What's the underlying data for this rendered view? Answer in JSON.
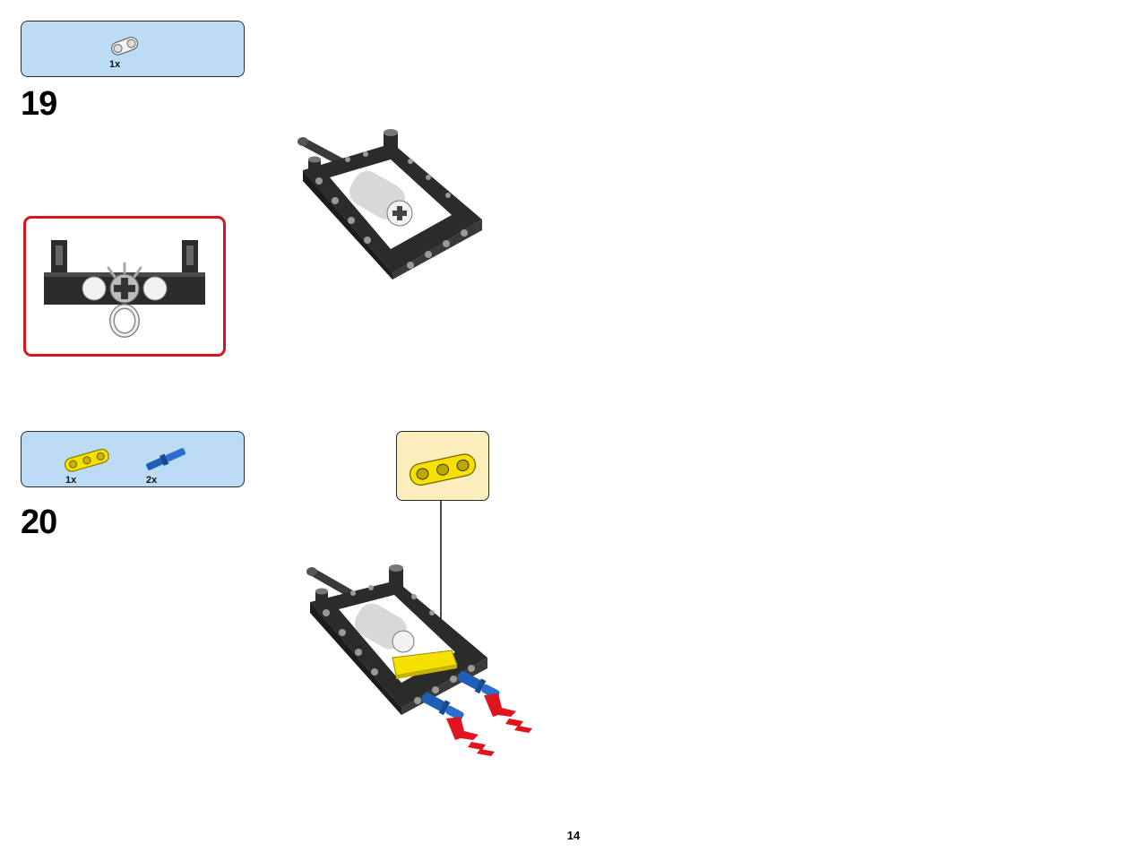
{
  "steps": [
    {
      "number": "19",
      "parts": [
        {
          "part": "light-gray-axle-connector",
          "quantity": "1x"
        }
      ],
      "callout_color": "#d8141c"
    },
    {
      "number": "20",
      "parts": [
        {
          "part": "yellow-3-hole-beam",
          "quantity": "1x"
        },
        {
          "part": "blue-friction-pin-axle",
          "quantity": "2x"
        }
      ]
    }
  ],
  "page_number": "14",
  "colors": {
    "parts_panel": "#bcdcf6",
    "zoom_panel": "#fbeebb",
    "frame": "#2b2b2b",
    "highlight": "#f6e000",
    "pin": "#1f5fb8",
    "arrow": "#e0141c"
  }
}
